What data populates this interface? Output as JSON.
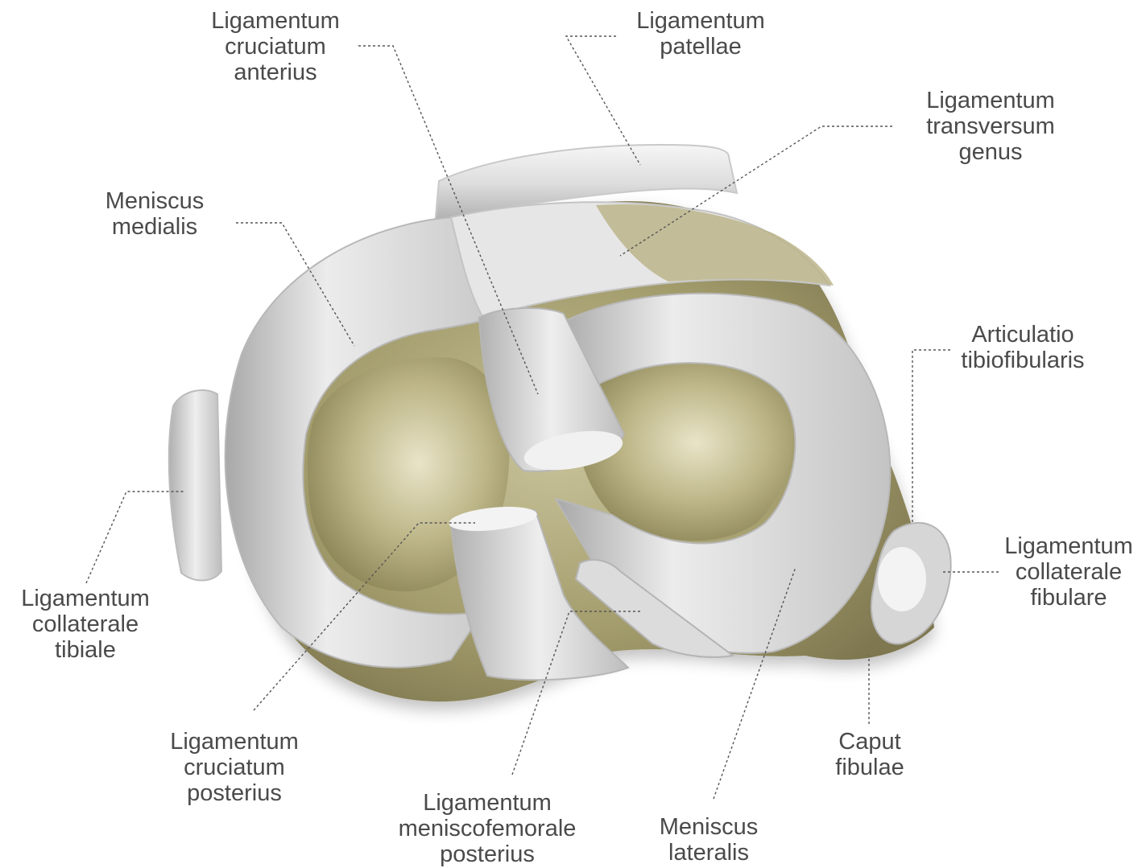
{
  "colors": {
    "bone": "#a09a6a",
    "bone_dark": "#7c7550",
    "bone_light": "#cfc9a4",
    "meniscus": "#d9d9d9",
    "meniscus_light": "#f4f4f4",
    "meniscus_dark": "#9e9e9e",
    "label_text": "#4a4a4a",
    "leader_line": "#555555"
  },
  "labels": {
    "lig_cruciatum_anterius": [
      "Ligamentum",
      "cruciatum",
      "anterius"
    ],
    "lig_patellae": [
      "Ligamentum",
      "patellae"
    ],
    "lig_transversum_genus": [
      "Ligamentum",
      "transversum",
      "genus"
    ],
    "meniscus_medialis": [
      "Meniscus",
      "medialis"
    ],
    "articulatio_tibiofibularis": [
      "Articulatio",
      "tibiofibularis"
    ],
    "lig_collaterale_fibulare": [
      "Ligamentum",
      "collaterale",
      "fibulare"
    ],
    "lig_collaterale_tibiale": [
      "Ligamentum",
      "collaterale",
      "tibiale"
    ],
    "lig_cruciatum_posterius": [
      "Ligamentum",
      "cruciatum",
      "posterius"
    ],
    "lig_meniscofemorale_posterius": [
      "Ligamentum",
      "meniscofemorale",
      "posterius"
    ],
    "meniscus_lateralis": [
      "Meniscus",
      "lateralis"
    ],
    "caput_fibulae": [
      "Caput",
      "fibulae"
    ]
  }
}
